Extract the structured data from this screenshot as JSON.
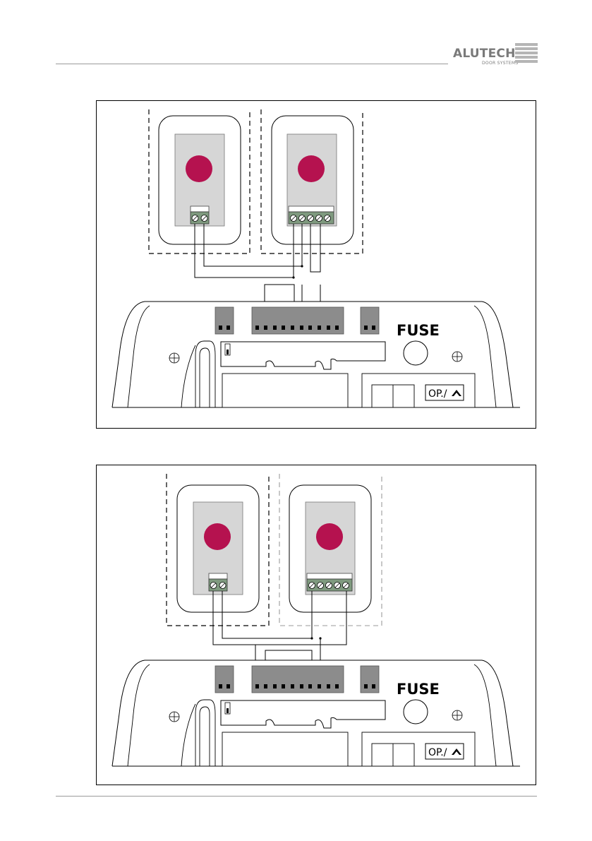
{
  "header": {
    "brand": "ALUTECH",
    "brand_sub": "DOOR SYSTEMS"
  },
  "diagrams": [
    {
      "fuse_label": "FUSE",
      "open_button_label": "OP./"
    },
    {
      "fuse_label": "FUSE",
      "open_button_label": "OP./"
    }
  ],
  "colors": {
    "button_red": "#b5124f",
    "device_panel": "#d6d6d6",
    "terminal_block": "#8c8c8c",
    "terminal_green": "#7f9a7f",
    "line": "#000000",
    "header_rule": "#9a9a9a",
    "logo_gray": "#7a7a7a"
  }
}
